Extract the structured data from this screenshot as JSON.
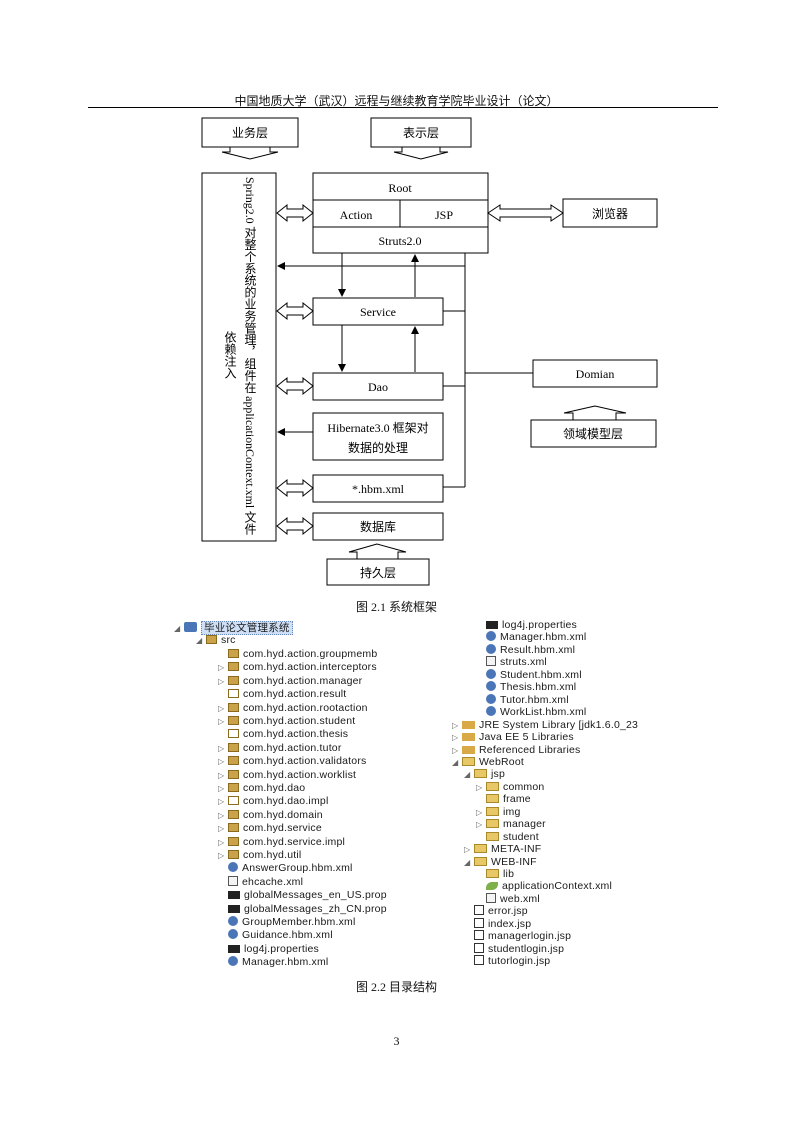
{
  "header": "中国地质大学（武汉）远程与继续教育学院毕业设计（论文）",
  "diagram": {
    "layer_business": "业务层",
    "layer_presentation": "表示层",
    "spring_text": "Spring2.0 对整个系统的业务管理，组件在 applicationContext.xml 文件",
    "di_text": "依赖注入",
    "root": "Root",
    "action": "Action",
    "jsp": "JSP",
    "struts": "Struts2.0",
    "browser": "浏览器",
    "service": "Service",
    "dao": "Dao",
    "domian": "Domian",
    "domain_layer": "领域模型层",
    "hibernate_line1": "Hibernate3.0 框架对",
    "hibernate_line2": "数据的处理",
    "hbm": "*.hbm.xml",
    "database": "数据库",
    "persist_layer": "持久层"
  },
  "caption1": "图 2.1  系统框架",
  "tree": {
    "project": "毕业论文管理系统",
    "src": "src",
    "left_items": [
      {
        "label": "com.hyd.action.groupmemb",
        "icon": "package",
        "twisty": ""
      },
      {
        "label": "com.hyd.action.interceptors",
        "icon": "package",
        "twisty": "▷"
      },
      {
        "label": "com.hyd.action.manager",
        "icon": "package",
        "twisty": "▷"
      },
      {
        "label": "com.hyd.action.result",
        "icon": "package-empty",
        "twisty": ""
      },
      {
        "label": "com.hyd.action.rootaction",
        "icon": "package",
        "twisty": "▷"
      },
      {
        "label": "com.hyd.action.student",
        "icon": "package",
        "twisty": "▷"
      },
      {
        "label": "com.hyd.action.thesis",
        "icon": "package-empty",
        "twisty": ""
      },
      {
        "label": "com.hyd.action.tutor",
        "icon": "package",
        "twisty": "▷"
      },
      {
        "label": "com.hyd.action.validators",
        "icon": "package",
        "twisty": "▷"
      },
      {
        "label": "com.hyd.action.worklist",
        "icon": "package",
        "twisty": "▷"
      },
      {
        "label": "com.hyd.dao",
        "icon": "package",
        "twisty": "▷"
      },
      {
        "label": "com.hyd.dao.impl",
        "icon": "package-empty",
        "twisty": "▷"
      },
      {
        "label": "com.hyd.domain",
        "icon": "package",
        "twisty": "▷"
      },
      {
        "label": "com.hyd.service",
        "icon": "package",
        "twisty": "▷"
      },
      {
        "label": "com.hyd.service.impl",
        "icon": "package",
        "twisty": "▷"
      },
      {
        "label": "com.hyd.util",
        "icon": "package",
        "twisty": "▷"
      },
      {
        "label": "AnswerGroup.hbm.xml",
        "icon": "hbm",
        "twisty": ""
      },
      {
        "label": "ehcache.xml",
        "icon": "xml",
        "twisty": ""
      },
      {
        "label": "globalMessages_en_US.prop",
        "icon": "properties",
        "twisty": ""
      },
      {
        "label": "globalMessages_zh_CN.prop",
        "icon": "properties",
        "twisty": ""
      },
      {
        "label": "GroupMember.hbm.xml",
        "icon": "hbm",
        "twisty": ""
      },
      {
        "label": "Guidance.hbm.xml",
        "icon": "hbm",
        "twisty": ""
      },
      {
        "label": "log4j.properties",
        "icon": "properties",
        "twisty": ""
      },
      {
        "label": "Manager.hbm.xml",
        "icon": "hbm",
        "twisty": ""
      }
    ],
    "right_items": [
      {
        "label": "log4j.properties",
        "icon": "properties",
        "twisty": "",
        "indent": 2
      },
      {
        "label": "Manager.hbm.xml",
        "icon": "hbm",
        "twisty": "",
        "indent": 2
      },
      {
        "label": "Result.hbm.xml",
        "icon": "hbm",
        "twisty": "",
        "indent": 2
      },
      {
        "label": "struts.xml",
        "icon": "xml",
        "twisty": "",
        "indent": 2
      },
      {
        "label": "Student.hbm.xml",
        "icon": "hbm",
        "twisty": "",
        "indent": 2
      },
      {
        "label": "Thesis.hbm.xml",
        "icon": "hbm",
        "twisty": "",
        "indent": 2
      },
      {
        "label": "Tutor.hbm.xml",
        "icon": "hbm",
        "twisty": "",
        "indent": 2
      },
      {
        "label": "WorkList.hbm.xml",
        "icon": "hbm",
        "twisty": "",
        "indent": 2
      },
      {
        "label": "JRE System Library [jdk1.6.0_23",
        "icon": "library",
        "twisty": "▷",
        "indent": 0
      },
      {
        "label": "Java EE 5 Libraries",
        "icon": "library",
        "twisty": "▷",
        "indent": 0
      },
      {
        "label": "Referenced Libraries",
        "icon": "library",
        "twisty": "▷",
        "indent": 0
      },
      {
        "label": "WebRoot",
        "icon": "folder",
        "twisty": "◢",
        "indent": 0
      },
      {
        "label": "jsp",
        "icon": "folder",
        "twisty": "◢",
        "indent": 1
      },
      {
        "label": "common",
        "icon": "folder",
        "twisty": "▷",
        "indent": 2
      },
      {
        "label": "frame",
        "icon": "folder",
        "twisty": "",
        "indent": 2
      },
      {
        "label": "img",
        "icon": "folder",
        "twisty": "▷",
        "indent": 2
      },
      {
        "label": "manager",
        "icon": "folder",
        "twisty": "▷",
        "indent": 2
      },
      {
        "label": "student",
        "icon": "folder",
        "twisty": "",
        "indent": 2
      },
      {
        "label": "META-INF",
        "icon": "folder",
        "twisty": "▷",
        "indent": 1
      },
      {
        "label": "WEB-INF",
        "icon": "folder",
        "twisty": "◢",
        "indent": 1
      },
      {
        "label": "lib",
        "icon": "folder",
        "twisty": "",
        "indent": 2
      },
      {
        "label": "applicationContext.xml",
        "icon": "leaf",
        "twisty": "",
        "indent": 2
      },
      {
        "label": "web.xml",
        "icon": "xml",
        "twisty": "",
        "indent": 2
      },
      {
        "label": "error.jsp",
        "icon": "jsp",
        "twisty": "",
        "indent": 1
      },
      {
        "label": "index.jsp",
        "icon": "jsp",
        "twisty": "",
        "indent": 1
      },
      {
        "label": "managerlogin.jsp",
        "icon": "jsp",
        "twisty": "",
        "indent": 1
      },
      {
        "label": "studentlogin.jsp",
        "icon": "jsp",
        "twisty": "",
        "indent": 1
      },
      {
        "label": "tutorlogin.jsp",
        "icon": "jsp",
        "twisty": "",
        "indent": 1
      }
    ]
  },
  "caption2": "图 2.2  目录结构",
  "page_number": "3"
}
